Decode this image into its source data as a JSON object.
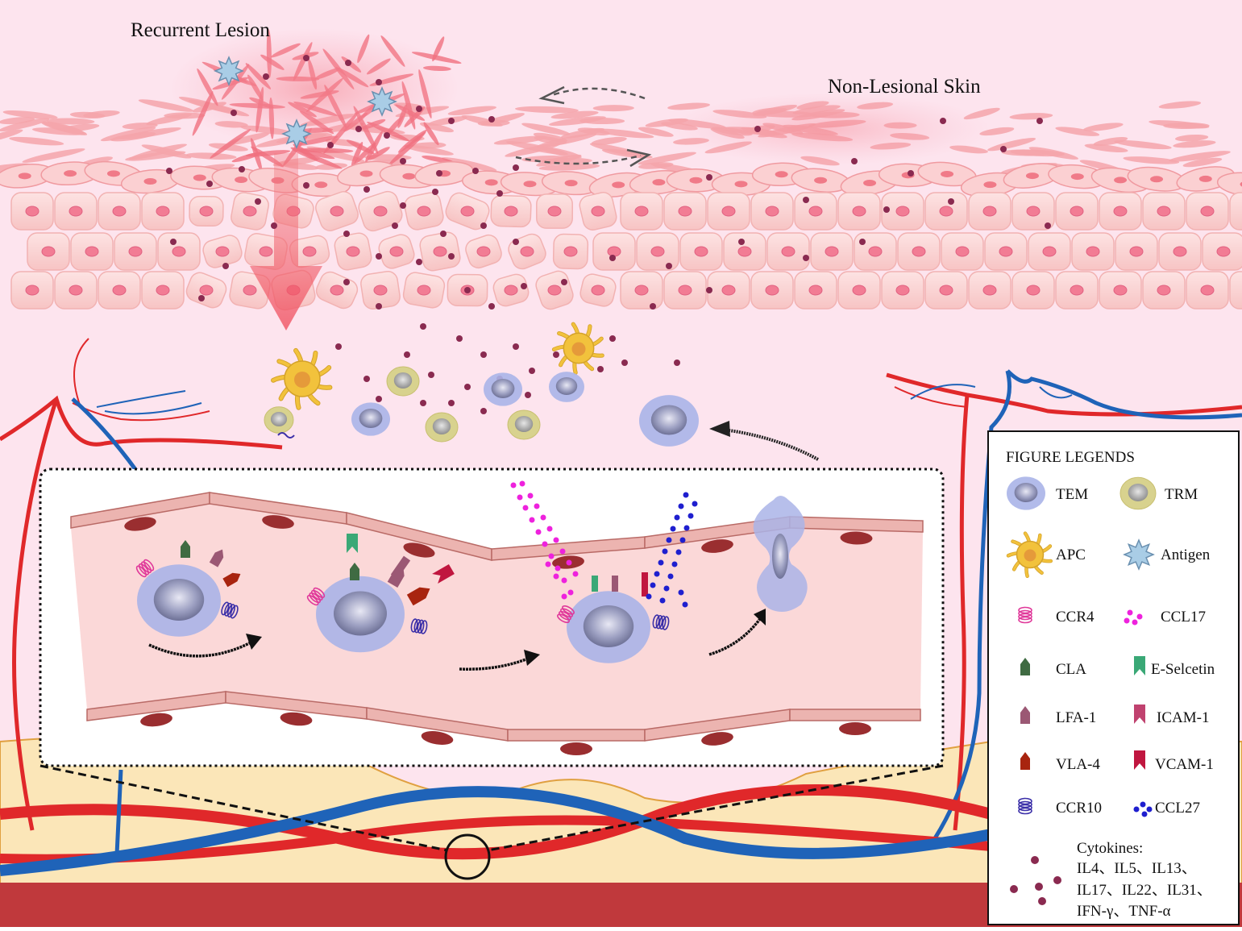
{
  "labels": {
    "recurrent_lesion": "Recurrent Lesion",
    "non_lesional_skin": "Non-Lesional Skin"
  },
  "legend": {
    "title": "FIGURE LEGENDS",
    "items": {
      "tem": "TEM",
      "trm": "TRM",
      "apc": "APC",
      "antigen": "Antigen",
      "ccr4": "CCR4",
      "ccl17": "CCL17",
      "cla": "CLA",
      "e_selectin": "E-Selcetin",
      "lfa1": "LFA-1",
      "icam1": "ICAM-1",
      "vla4": "VLA-4",
      "vcam1": "VCAM-1",
      "ccr10": "CCR10",
      "ccl27": "CCL27"
    },
    "cytokines": {
      "title": "Cytokines:",
      "line1": "IL4、IL5、IL13、",
      "line2": "IL17、IL22、IL31、",
      "line3": "IFN-γ、TNF-α"
    }
  },
  "colors": {
    "tem": "#aab4e8",
    "tem_core": "#8c8fb0",
    "trm": "#d8d28e",
    "apc": "#f2c23c",
    "antigen": "#a9cde6",
    "ccr4": "#e0399a",
    "ccl17": "#ee22dd",
    "cla": "#3f6b42",
    "e_selectin": "#3aa876",
    "lfa1": "#9b5874",
    "icam1": "#c0426f",
    "vla4": "#a8240f",
    "vcam1": "#c0163f",
    "ccr10": "#3b2fa8",
    "ccl27": "#1f1fcf",
    "cytokine": "#8a2a50",
    "artery": "#e0282a",
    "vein": "#1f63b8"
  }
}
